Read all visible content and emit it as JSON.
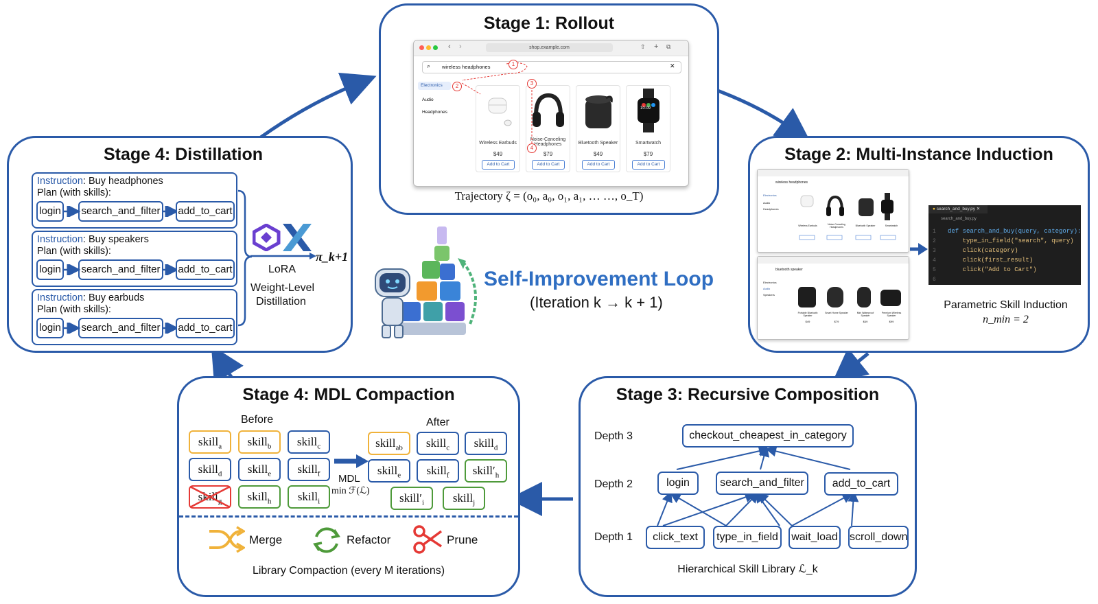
{
  "stage1": {
    "title": "Stage 1: Rollout",
    "browser_url": "shop.example.com",
    "search_query": "wireless headphones",
    "categories": [
      "Electronics",
      "Audio",
      "Headphones"
    ],
    "products": [
      {
        "name": "Wireless Earbuds",
        "price": "$49",
        "button": "Add to Cart"
      },
      {
        "name": "Noise-Canceling Headphones",
        "price": "$79",
        "button": "Add to Cart"
      },
      {
        "name": "Bluetooth Speaker",
        "price": "$49",
        "button": "Add to Cart"
      },
      {
        "name": "Smartwatch",
        "price": "$79",
        "button": "Add to Cart"
      }
    ],
    "watch_time": "10:09",
    "steps": [
      "1",
      "2",
      "3",
      "4"
    ],
    "caption": "Trajectory ζ = (o₀, a₀, o₁, a₁, … …, o_T)"
  },
  "stage2": {
    "title": "Stage 2: Multi-Instance Induction",
    "shot1": {
      "query": "wireless headphones",
      "categories": [
        "Electronics",
        "Audio",
        "Headphones"
      ],
      "products": [
        "Wireless Earbuds",
        "Noise-Canceling Headphones",
        "Bluetooth Speaker",
        "Smartwatch"
      ]
    },
    "shot2": {
      "query": "bluetooth speaker",
      "categories": [
        "Electronics",
        "Audio",
        "Speakers"
      ],
      "products": [
        "Portable Bluetooth Speaker",
        "Smart Home Speaker",
        "Mini Waterproof Speaker",
        "Premium Wireless Speaker"
      ],
      "prices": [
        "$49",
        "$79",
        "$49",
        "$99"
      ]
    },
    "editor_tab": "search_and_buy.py",
    "editor_breadcrumb": "search_and_buy.py",
    "code_lines": [
      "def search_and_buy(query, category):",
      "    type_in_field(\"search\", query)",
      "    click(category)",
      "    click(first_result)",
      "    click(\"Add to Cart\")"
    ],
    "caption": "Parametric Skill Induction",
    "nmin": "n_min = 2"
  },
  "stage3": {
    "title": "Stage 3: Recursive Composition",
    "depth_labels": [
      "Depth 3",
      "Depth 2",
      "Depth 1"
    ],
    "depth3": [
      "checkout_cheapest_in_category"
    ],
    "depth2": [
      "login",
      "search_and_filter",
      "add_to_cart"
    ],
    "depth1": [
      "click_text",
      "type_in_field",
      "wait_load",
      "scroll_down"
    ],
    "caption": "Hierarchical Skill Library ℒ_k"
  },
  "stage4_mdl": {
    "title": "Stage 4: MDL Compaction",
    "before_label": "Before",
    "after_label": "After",
    "before": [
      {
        "base": "skill",
        "sub": "a"
      },
      {
        "base": "skill",
        "sub": "b"
      },
      {
        "base": "skill",
        "sub": "c"
      },
      {
        "base": "skill",
        "sub": "d"
      },
      {
        "base": "skill",
        "sub": "e"
      },
      {
        "base": "skill",
        "sub": "f"
      },
      {
        "base": "skill",
        "sub": "g"
      },
      {
        "base": "skill",
        "sub": "h"
      },
      {
        "base": "skill",
        "sub": "i"
      }
    ],
    "after": [
      {
        "base": "skill",
        "sub": "ab"
      },
      {
        "base": "skill",
        "sub": "c"
      },
      {
        "base": "skill",
        "sub": "d"
      },
      {
        "base": "skill",
        "sub": "e"
      },
      {
        "base": "skill",
        "sub": "f"
      },
      {
        "base": "skill′",
        "sub": "h"
      },
      {
        "base": "skill′",
        "sub": "i"
      },
      {
        "base": "skill",
        "sub": "j"
      }
    ],
    "arrow_label1": "MDL",
    "arrow_label2": "min ℱ(ℒ)",
    "legend": [
      "Merge",
      "Refactor",
      "Prune"
    ],
    "caption": "Library Compaction (every M iterations)"
  },
  "stage4_distill": {
    "title": "Stage 4: Distillation",
    "instruction_key": "Instruction",
    "plan_label": "Plan (with skills):",
    "instructions": [
      {
        "task": ": Buy headphones",
        "steps": [
          "login",
          "search_and_filter",
          "add_to_cart"
        ]
      },
      {
        "task": ": Buy speakers",
        "steps": [
          "login",
          "search_and_filter",
          "add_to_cart"
        ]
      },
      {
        "task": ": Buy earbuds",
        "steps": [
          "login",
          "search_and_filter",
          "add_to_cart"
        ]
      }
    ],
    "lora": "LoRA",
    "policy": "π_k+1",
    "caption1": "Weight-Level",
    "caption2": "Distillation"
  },
  "center": {
    "title": "Self-Improvement Loop",
    "subtitle": "(Iteration k → k + 1)"
  },
  "colors": {
    "blue": "#2a5aa8",
    "title_blue": "#2f6ec2",
    "yellow": "#f0b23a",
    "green": "#4e9a3a",
    "red": "#e53935"
  }
}
